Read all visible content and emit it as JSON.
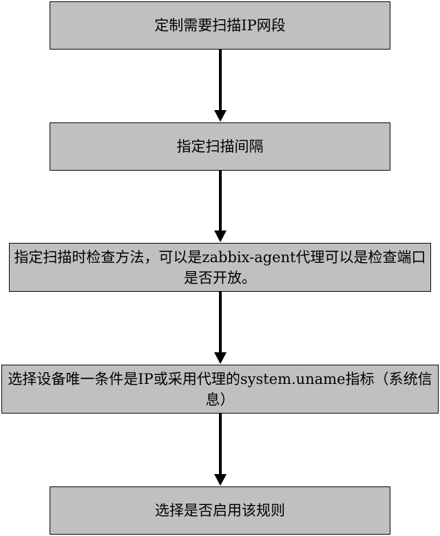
{
  "flowchart": {
    "steps": [
      {
        "label": "定制需要扫描IP网段"
      },
      {
        "label": "指定扫描间隔"
      },
      {
        "label": "指定扫描时检查方法，可以是zabbix-agent代理可以是检查端口是否开放。"
      },
      {
        "label": "选择设备唯一条件是IP或采用代理的system.uname指标（系统信息）"
      },
      {
        "label": "选择是否启用该规则"
      }
    ],
    "colors": {
      "box_fill": "#c0c0c0",
      "box_border": "#000000",
      "arrow": "#000000",
      "background": "#ffffff"
    }
  }
}
